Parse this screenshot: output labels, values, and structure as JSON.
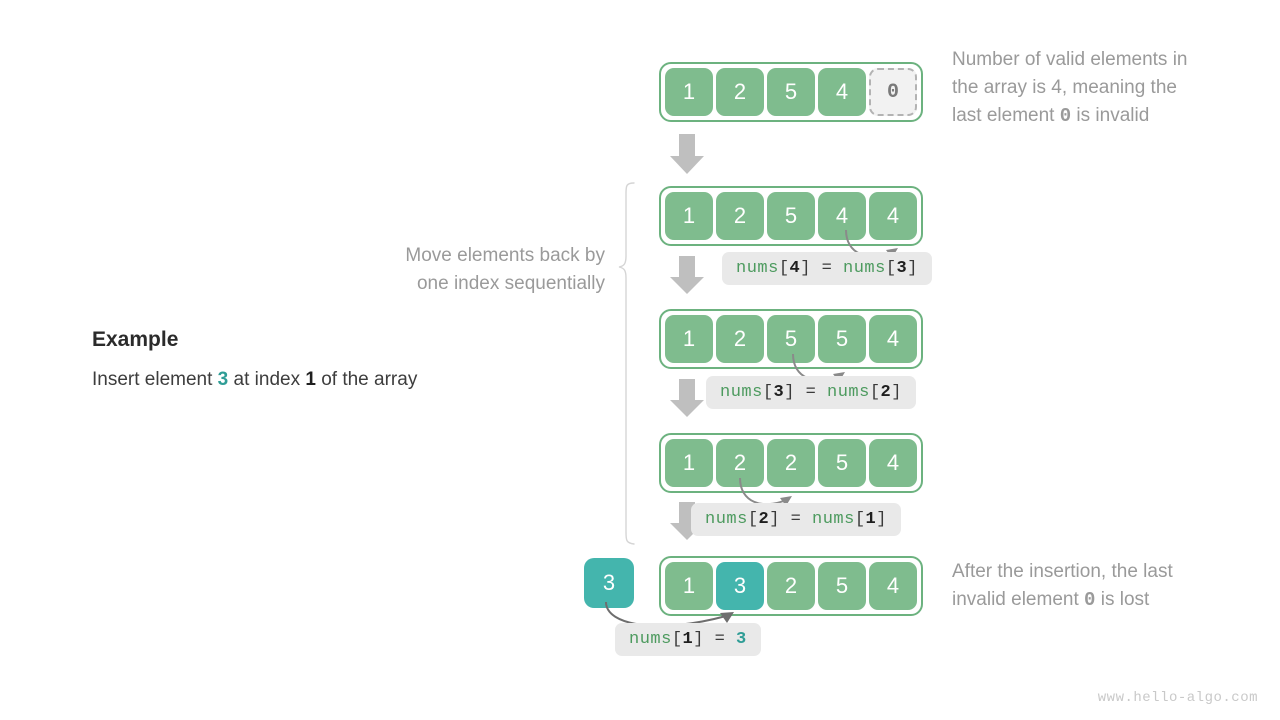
{
  "title": "Array insertion operation",
  "colors": {
    "green": "#7fbc8e",
    "green_border": "#6cb27f",
    "teal": "#44b5ad",
    "gray_arrow": "#bfbfbf",
    "chip_bg": "#e9e9e9",
    "note_text": "#9a9a9a",
    "code_green": "#4c9a5e"
  },
  "example": {
    "title": "Example",
    "line_prefix": "Insert element ",
    "insert_value": "3",
    "line_middle": " at index ",
    "insert_index": "1",
    "line_suffix": " of the array"
  },
  "left_note": {
    "line1": "Move elements back by",
    "line2": "one index sequentially"
  },
  "notes": {
    "top": {
      "part1": "Number of valid elements in the array is ",
      "count": "4",
      "part2": ", meaning the last element ",
      "invalid_value": "0",
      "part3": " is invalid",
      "line1": "Number of valid elements in",
      "line2_a": "the array is 4, meaning the",
      "line3_a": "last element ",
      "line3_mono": "0",
      "line3_b": " is invalid"
    },
    "bottom": {
      "line1": "After the insertion, the last",
      "line2_a": "invalid element ",
      "line2_mono": "0",
      "line2_b": " is lost"
    }
  },
  "rows": [
    {
      "id": "row-initial",
      "cells": [
        {
          "value": "1",
          "style": "green"
        },
        {
          "value": "2",
          "style": "green"
        },
        {
          "value": "5",
          "style": "green"
        },
        {
          "value": "4",
          "style": "green"
        },
        {
          "value": "0",
          "style": "invalid"
        }
      ]
    },
    {
      "id": "row-step-1",
      "cells": [
        {
          "value": "1",
          "style": "green"
        },
        {
          "value": "2",
          "style": "green"
        },
        {
          "value": "5",
          "style": "green"
        },
        {
          "value": "4",
          "style": "green"
        },
        {
          "value": "4",
          "style": "green"
        }
      ],
      "code": {
        "lhs_name": "nums",
        "lhs_index": "4",
        "op": "=",
        "rhs_name": "nums",
        "rhs_index": "3"
      }
    },
    {
      "id": "row-step-2",
      "cells": [
        {
          "value": "1",
          "style": "green"
        },
        {
          "value": "2",
          "style": "green"
        },
        {
          "value": "5",
          "style": "green"
        },
        {
          "value": "5",
          "style": "green"
        },
        {
          "value": "4",
          "style": "green"
        }
      ],
      "code": {
        "lhs_name": "nums",
        "lhs_index": "3",
        "op": "=",
        "rhs_name": "nums",
        "rhs_index": "2"
      }
    },
    {
      "id": "row-step-3",
      "cells": [
        {
          "value": "1",
          "style": "green"
        },
        {
          "value": "2",
          "style": "green"
        },
        {
          "value": "2",
          "style": "green"
        },
        {
          "value": "5",
          "style": "green"
        },
        {
          "value": "4",
          "style": "green"
        }
      ],
      "code": {
        "lhs_name": "nums",
        "lhs_index": "2",
        "op": "=",
        "rhs_name": "nums",
        "rhs_index": "1"
      }
    },
    {
      "id": "row-final",
      "solo_cell": "3",
      "cells": [
        {
          "value": "1",
          "style": "green"
        },
        {
          "value": "3",
          "style": "teal"
        },
        {
          "value": "2",
          "style": "green"
        },
        {
          "value": "5",
          "style": "green"
        },
        {
          "value": "4",
          "style": "green"
        }
      ],
      "code": {
        "lhs_name": "nums",
        "lhs_index": "1",
        "op": "=",
        "rhs_value": "3"
      }
    }
  ],
  "watermark": "www.hello-algo.com"
}
